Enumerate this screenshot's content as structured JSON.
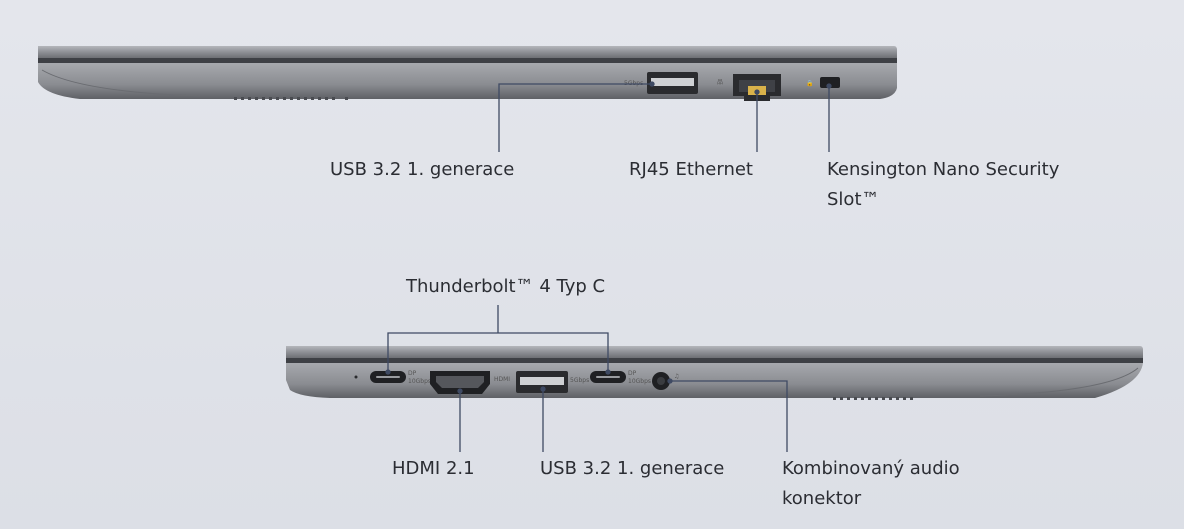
{
  "top_side": {
    "labels": {
      "usb": "USB 3.2 1. generace",
      "rj45": "RJ45 Ethernet",
      "kensington": "Kensington Nano Security Slot™"
    }
  },
  "bottom_side": {
    "thunderbolt_label": "Thunderbolt™ 4 Typ C",
    "labels": {
      "hdmi": "HDMI 2.1",
      "usb": "USB 3.2 1. generace",
      "audio": "Kombinovaný audio konektor"
    },
    "port_markings": {
      "hdmi": "HDMI",
      "dp": "DP",
      "usb_speed": "5Gbps",
      "tb_speed": "10Gbps"
    }
  },
  "colors": {
    "background": "#e0e3e9",
    "laptop_body": "#8e9096",
    "laptop_dark": "#55575c",
    "callout_line": "#3f4a63",
    "label_text": "#2b2d33"
  }
}
